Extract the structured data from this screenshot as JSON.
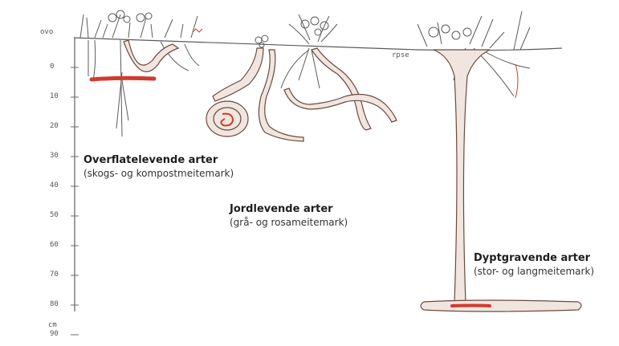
{
  "axis": {
    "surface_label": "ovo",
    "unit_label": "cm",
    "ticks": [
      "0",
      "10",
      "20",
      "30",
      "40",
      "50",
      "60",
      "70",
      "80",
      "90"
    ],
    "soil_note": "rpse"
  },
  "categories": [
    {
      "title": "Overflatelevende arter",
      "subtitle": "(skogs- og kompostmeitemark)"
    },
    {
      "title": "Jordlevende arter",
      "subtitle": "(grå- og rosameitemark)"
    },
    {
      "title": "Dyptgravende arter",
      "subtitle": "(stor- og langmeitemark)"
    }
  ],
  "colors": {
    "ink": "#6b4a3e",
    "worm_fill": "#f1e6df",
    "worm_red": "#d23a2c",
    "plant": "#5b5b5b"
  }
}
